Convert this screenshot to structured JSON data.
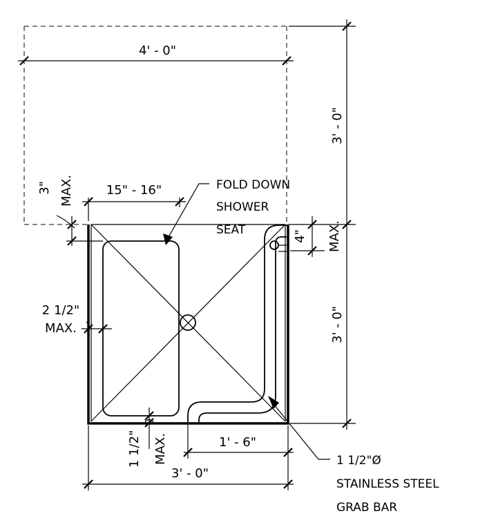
{
  "dimensions": {
    "clear_floor_width": "4' - 0\"",
    "clear_floor_depth": "3' - 0\"",
    "shower_depth": "3' - 0\"",
    "seat_width": "15\" - 16\"",
    "seat_setback": "3\"",
    "seat_setback_max": "MAX.",
    "seat_side_gap": "2 1/2\"",
    "seat_side_gap_max": "MAX.",
    "seat_front_gap": "1 1/2\"",
    "seat_front_gap_max": "MAX.",
    "grab_bar_offset": "4\"",
    "grab_bar_offset_max": "MAX.",
    "grab_bar_length": "1' - 6\"",
    "shower_width": "3' - 0\""
  },
  "notes": {
    "seat_label": [
      "FOLD DOWN",
      "SHOWER",
      "SEAT"
    ],
    "grab_bar_label": [
      "1 1/2\"Ø",
      "STAINLESS STEEL",
      "GRAB BAR"
    ]
  }
}
